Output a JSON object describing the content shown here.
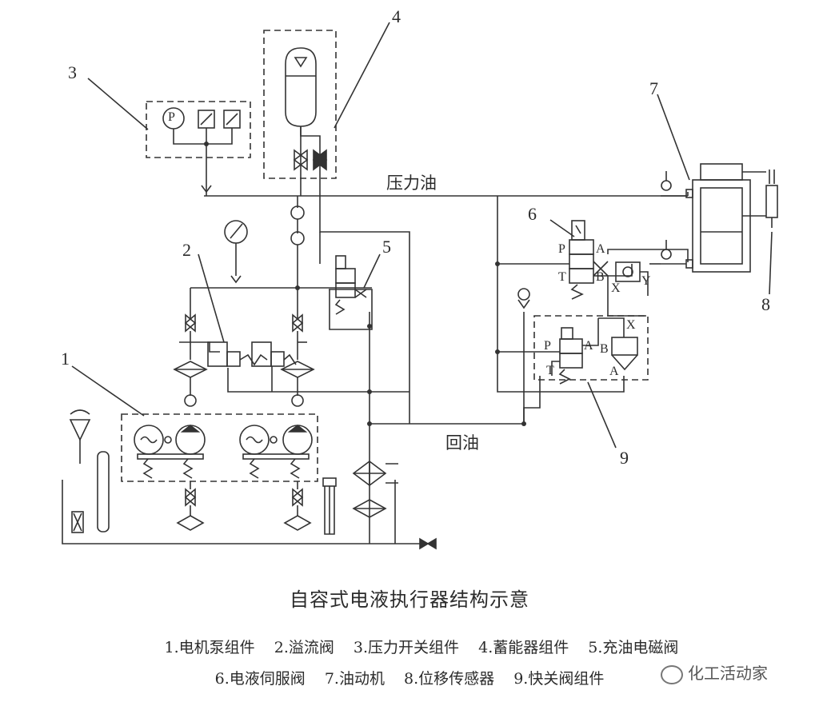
{
  "callouts": [
    "1",
    "2",
    "3",
    "4",
    "5",
    "6",
    "7",
    "8",
    "9"
  ],
  "fluid_labels": {
    "pressure_oil": "压力油",
    "return_oil": "回油"
  },
  "ports": {
    "valve6": {
      "P": "P",
      "A": "A",
      "T": "T",
      "B": "B"
    },
    "valve9": {
      "P": "P",
      "A": "A",
      "T": "T"
    },
    "cartridge": {
      "B": "B",
      "A": "A",
      "X": "X"
    },
    "pilot": {
      "X": "X",
      "Y": "Y"
    },
    "gauge": "P"
  },
  "caption": "自容式电液执行器结构示意",
  "legend_row1": [
    "1.电机泵组件",
    "2.溢流阀",
    "3.压力开关组件",
    "4.蓄能器组件",
    "5.充油电磁阀"
  ],
  "legend_row2": [
    "6.电液伺服阀",
    "7.油动机",
    "8.位移传感器",
    "9.快关阀组件"
  ],
  "watermark": "化工活动家",
  "colors": {
    "line": "#333333",
    "background": "#ffffff"
  }
}
